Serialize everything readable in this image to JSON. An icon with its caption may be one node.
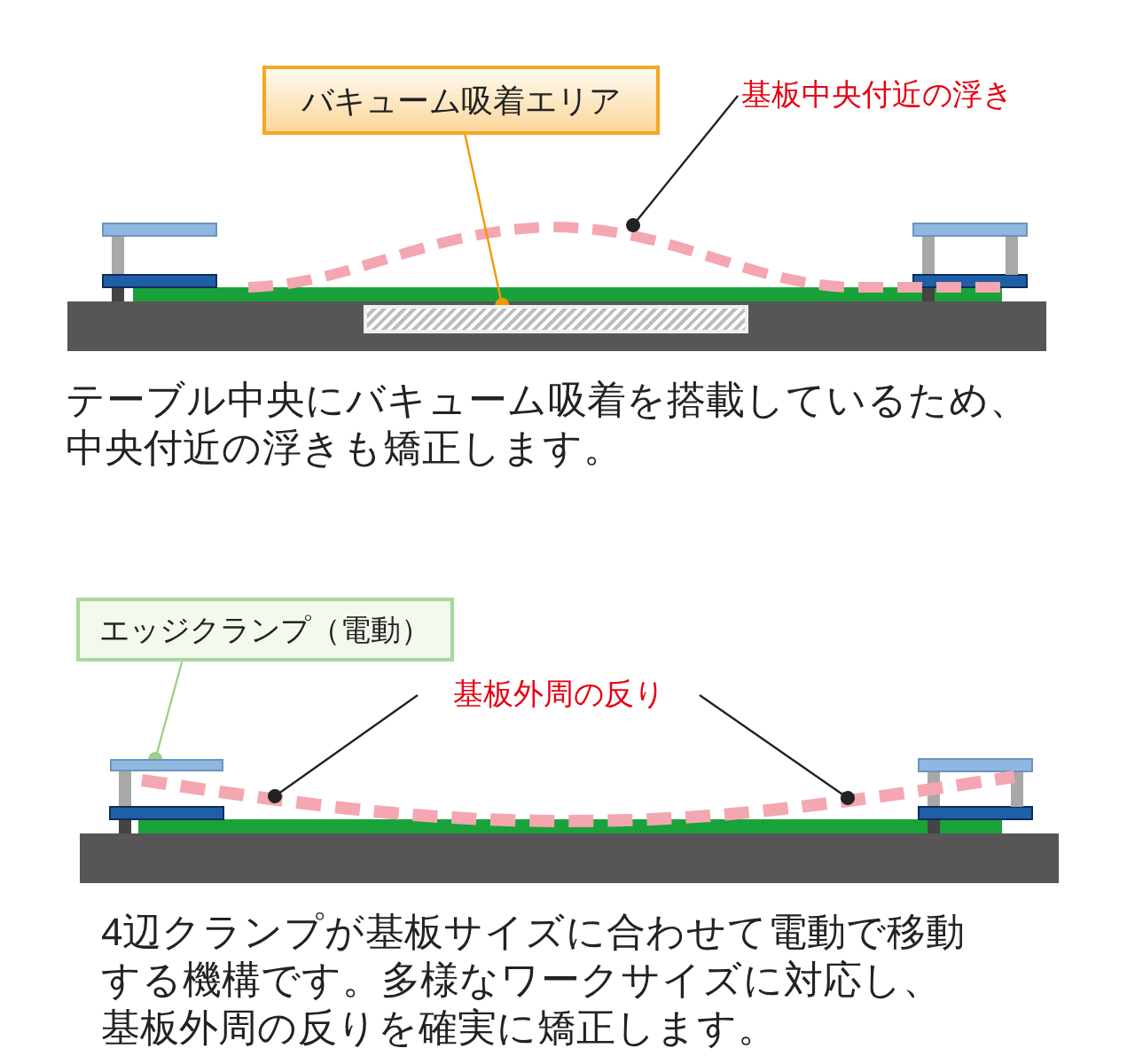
{
  "diagram": {
    "nodes": [
      {
        "text": [
          "バキューム吸着エリア"
        ]
      },
      {
        "text": [],
        "shape": "curve"
      },
      {
        "text": [],
        "shape": "box"
      },
      {
        "text": [
          "基板中央付近の浮き"
        ]
      },
      {
        "text": [
          "エッジクランプ（電動）"
        ]
      },
      {
        "text": [],
        "shape": "box"
      },
      {
        "text": [
          "基板外周の反り"
        ]
      },
      {
        "text": [],
        "shape": "curve"
      }
    ],
    "edges": [
      {
        "from": 0,
        "to": 2,
        "arrow": "other",
        "color": "#f39800"
      },
      {
        "from": 3,
        "to": 1,
        "arrow": "other"
      },
      {
        "from": 4,
        "to": 5,
        "arrow": "other",
        "color": "#9fd08a"
      },
      {
        "from": 6,
        "to": 7,
        "arrow": "other"
      },
      {
        "from": 6,
        "to": 7,
        "arrow": "other"
      }
    ],
    "labels": [
      "テーブル中央にバキューム吸着を搭載しているため、中央付近の浮きも矯正します。",
      "4辺クランプが基板サイズに合わせて電動で移動する機構です。多様なワークサイズに対応し、基板外周の反りを確実に矯正します。"
    ]
  }
}
